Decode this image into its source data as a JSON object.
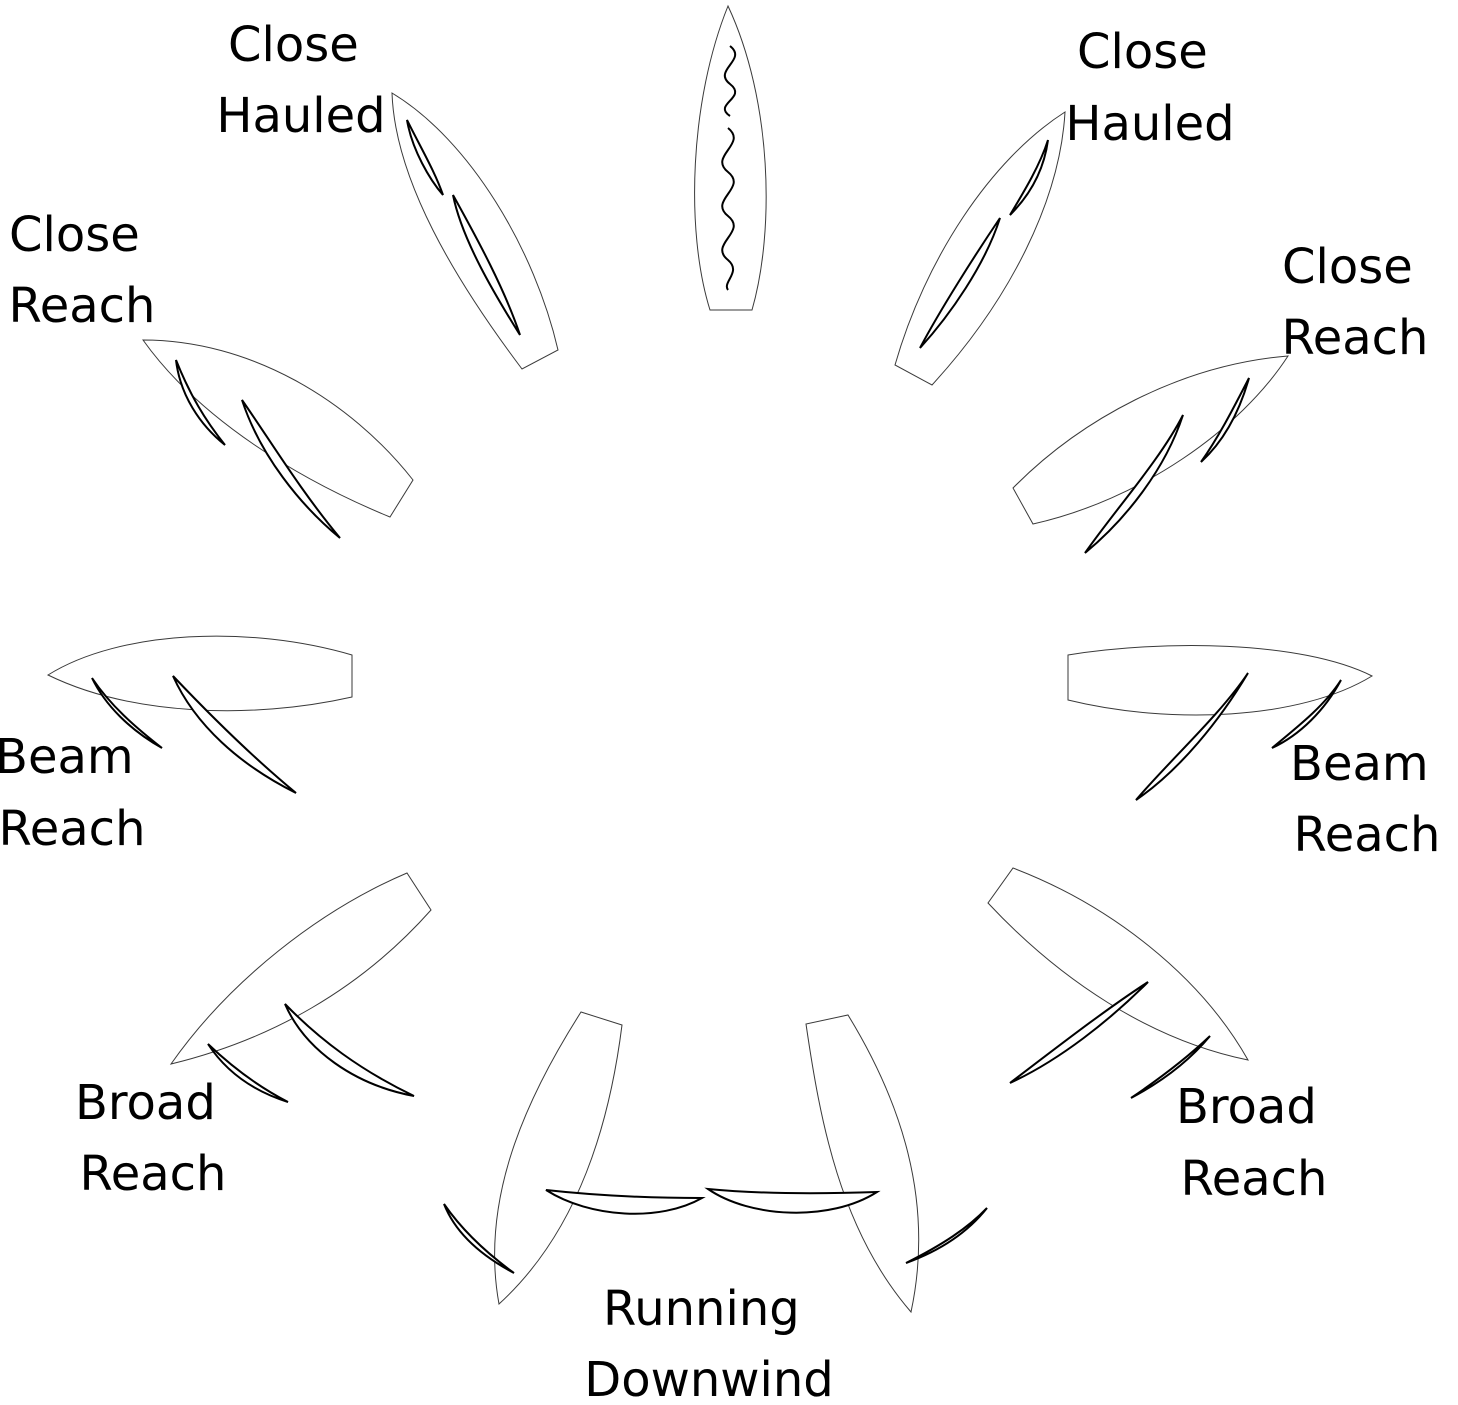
{
  "diagram": {
    "labels": {
      "close_hauled_left": [
        "Close",
        "Hauled"
      ],
      "close_hauled_right": [
        "Close",
        "Hauled"
      ],
      "close_reach_left": [
        "Close",
        "Reach"
      ],
      "close_reach_right": [
        "Close",
        "Reach"
      ],
      "beam_reach_left": [
        "Beam",
        "Reach"
      ],
      "beam_reach_right": [
        "Beam",
        "Reach"
      ],
      "broad_reach_left": [
        "Broad",
        "Reach"
      ],
      "broad_reach_right": [
        "Broad",
        "Reach"
      ],
      "running": [
        "Running",
        "Downwind"
      ]
    },
    "colors": {
      "hull_stroke": "#3a3a3a",
      "sail_stroke": "#000000",
      "background": "#ffffff"
    }
  }
}
